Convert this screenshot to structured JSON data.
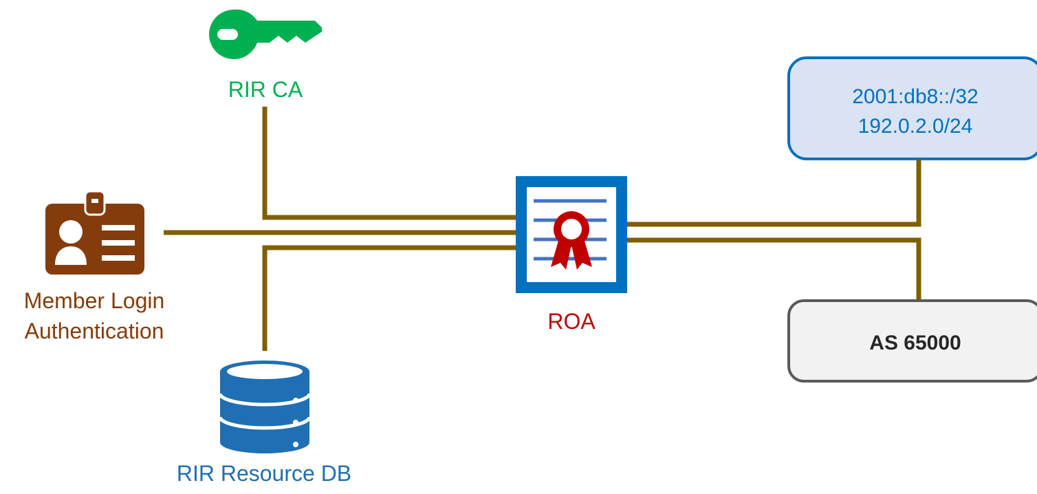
{
  "nodes": {
    "rir_ca": {
      "label": "RIR CA",
      "icon": "key-icon",
      "color": "#00B050"
    },
    "member_login": {
      "label_line1": "Member Login",
      "label_line2": "Authentication",
      "icon": "id-badge-icon",
      "color": "#843C0C"
    },
    "resource_db": {
      "label": "RIR Resource DB",
      "icon": "database-icon",
      "color": "#1F6FB5"
    },
    "roa": {
      "label": "ROA",
      "icon": "certificate-icon",
      "color": "#C00000",
      "frame_color": "#0070C0"
    },
    "prefixes": {
      "line1": "2001:db8::/32",
      "line2": "192.0.2.0/24",
      "border_color": "#0070C0",
      "fill_color": "#DAE3F3"
    },
    "asn": {
      "label": "AS 65000",
      "border_color": "#5A5A5A",
      "fill_color": "#F2F2F2"
    }
  },
  "connector_color": "#7F6000"
}
